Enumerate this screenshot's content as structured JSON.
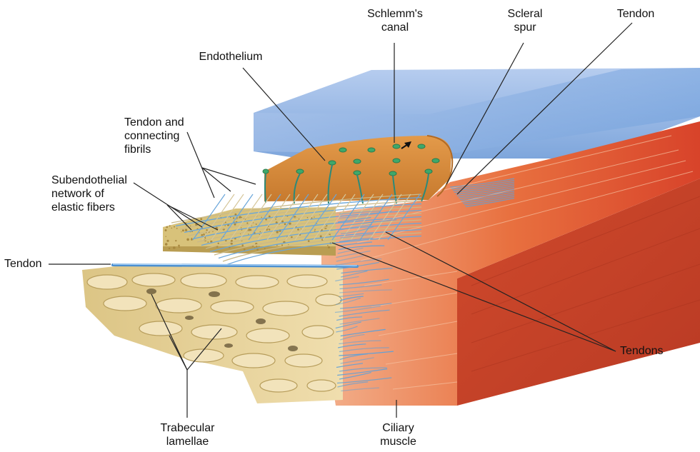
{
  "labels": {
    "schlemms_canal": "Schlemm's\ncanal",
    "scleral_spur": "Scleral\nspur",
    "tendon_top": "Tendon",
    "endothelium": "Endothelium",
    "tendon_connecting_fibrils": "Tendon and\nconnecting\nfibrils",
    "subendothelial_network": "Subendothelial\nnetwork of\nelastic fibers",
    "tendon_left": "Tendon",
    "tendons_right": "Tendons",
    "trabecular_lamellae": "Trabecular\nlamellae",
    "ciliary_muscle": "Ciliary\nmuscle"
  },
  "colors": {
    "sclera": "#8fb3e0",
    "endothelium": "#d98a3a",
    "muscle": "#d8432a",
    "trabecular": "#e3cf97",
    "subendothelial": "#d8c27a",
    "fiber": "#5fa0d8",
    "nucleus": "#3fa86a"
  }
}
